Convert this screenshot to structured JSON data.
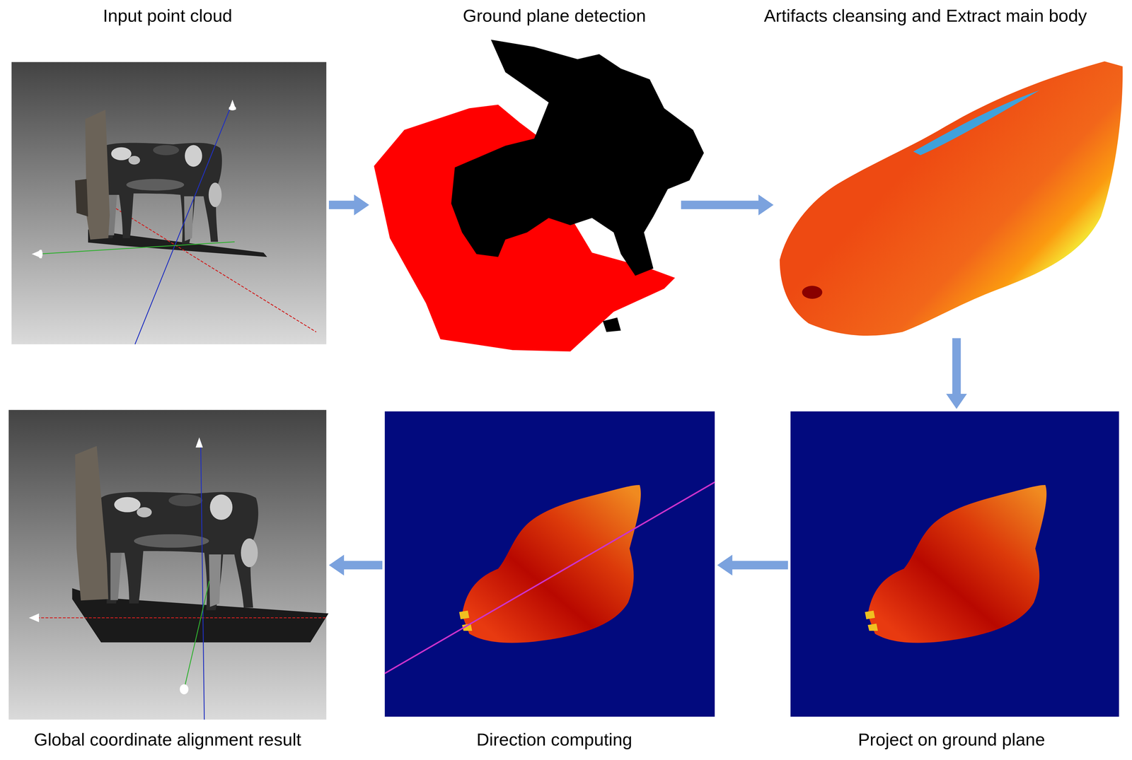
{
  "diagram": {
    "nodes": [
      {
        "text": [
          "Input point cloud"
        ]
      },
      {
        "text": [
          "Ground plane detection"
        ]
      },
      {
        "text": [
          "Artifacts cleansing and Extract main body"
        ]
      },
      {
        "text": [
          "Global coordinate alignment result"
        ]
      },
      {
        "text": [
          "Direction computing"
        ]
      },
      {
        "text": [
          "Project on ground plane"
        ]
      }
    ],
    "edges": [
      {
        "from": 0,
        "to": 1,
        "arrow": "to"
      },
      {
        "from": 1,
        "to": 2,
        "arrow": "to"
      },
      {
        "from": 2,
        "to": 5,
        "arrow": "to"
      },
      {
        "from": 5,
        "to": 4,
        "arrow": "to"
      },
      {
        "from": 4,
        "to": 3,
        "arrow": "to"
      }
    ]
  }
}
